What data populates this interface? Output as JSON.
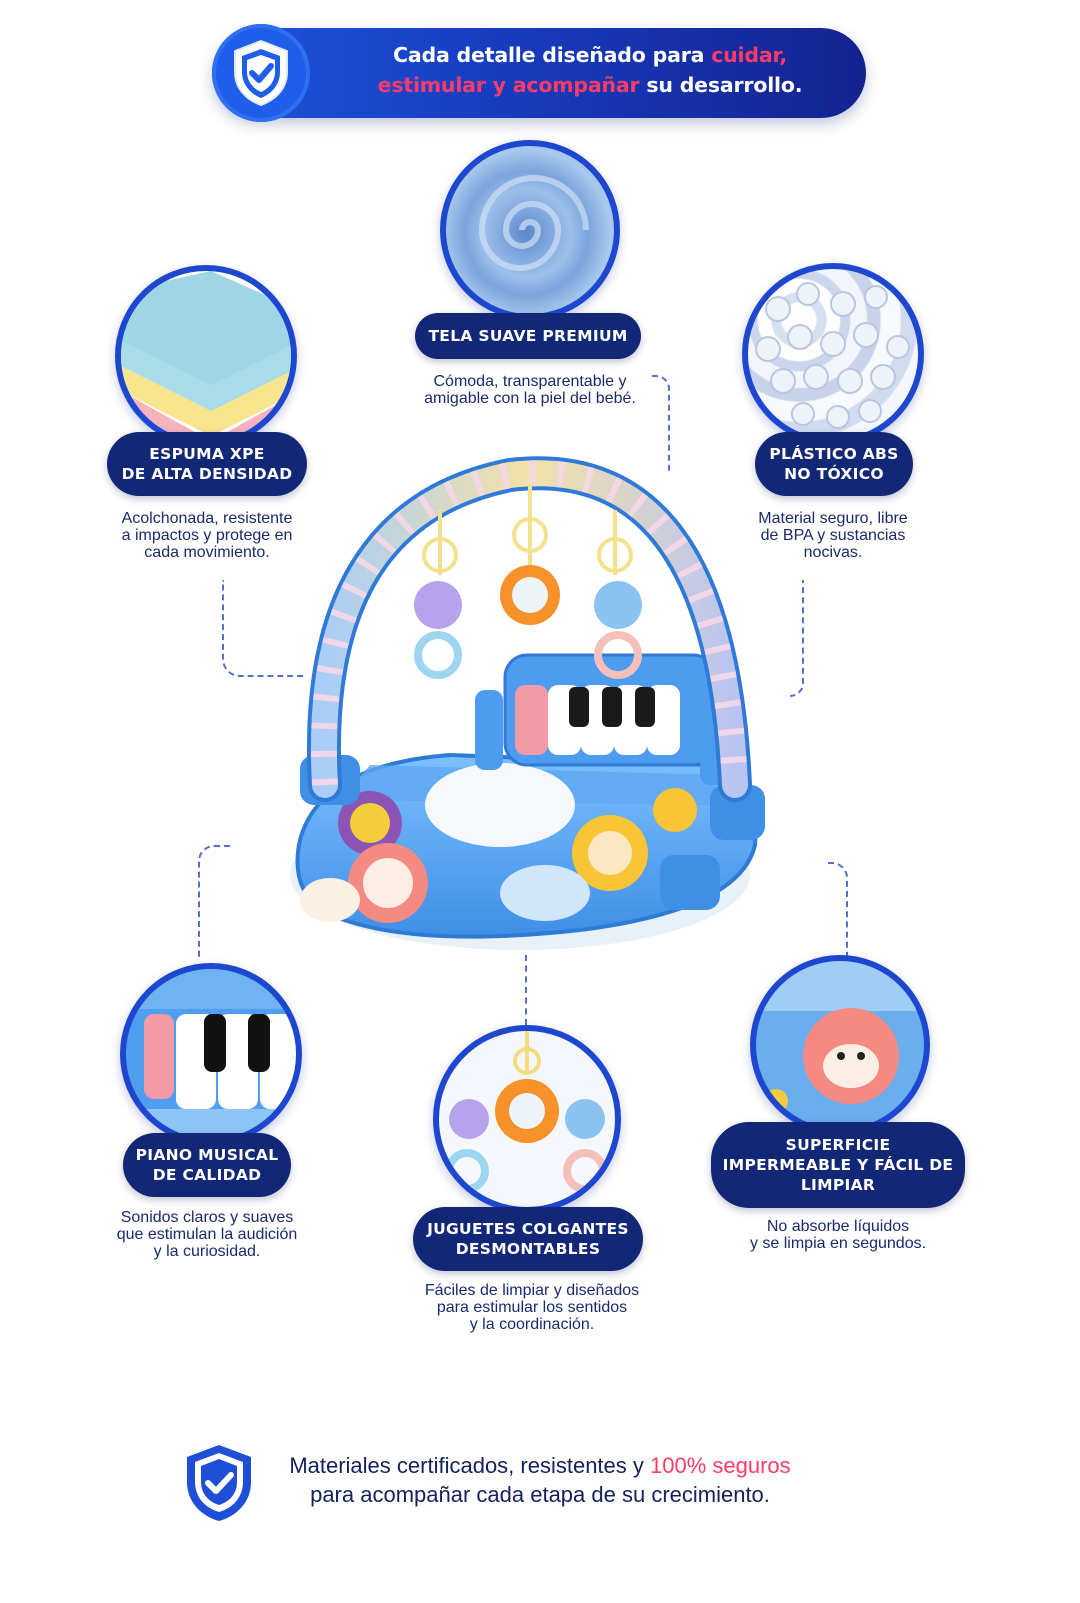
{
  "header": {
    "text_before": "Cada detalle diseñado para ",
    "highlight_1": "cuidar,",
    "highlight_2": "estimular y acompañar",
    "text_after": " su desarrollo."
  },
  "features": {
    "fabric": {
      "title": "TELA SUAVE PREMIUM",
      "description": "Cómoda, transparentable y\namigable con la piel del bebé."
    },
    "foam": {
      "title_line1": "ESPUMA XPE",
      "title_line2": "DE ALTA DENSIDAD",
      "description": "Acolchonada, resistente\na impactos y protege en\ncada movimiento."
    },
    "plastic": {
      "title_line1": "PLÁSTICO ABS",
      "title_line2": "NO TÓXICO",
      "description": "Material seguro, libre\nde BPA y sustancias\nnocivas."
    },
    "piano": {
      "title_line1": "PIANO MUSICAL",
      "title_line2": "DE CALIDAD",
      "description": "Sonidos claros y suaves\nque estimulan la audición\ny la curiosidad."
    },
    "toys": {
      "title_line1": "JUGUETES COLGANTES",
      "title_line2": "DESMONTABLES",
      "description": "Fáciles de limpiar y diseñados\npara estimular los sentidos\ny la coordinación."
    },
    "surface": {
      "title_line1": "SUPERFICIE",
      "title_line2": "IMPERMEABLE Y FÁCIL DE",
      "title_line3": "LIMPIAR",
      "description": "No absorbe líquidos\ny se limpia en segundos."
    }
  },
  "footer": {
    "text_before": "Materiales certificados, resistentes y ",
    "highlight": "100% seguros",
    "text_after": "para acompañar cada etapa de su crecimiento."
  },
  "colors": {
    "brand_blue": "#1e47d0",
    "pill_navy": "#122876",
    "accent_pink": "#ff3b67"
  },
  "icons": [
    "shield-check-icon"
  ]
}
